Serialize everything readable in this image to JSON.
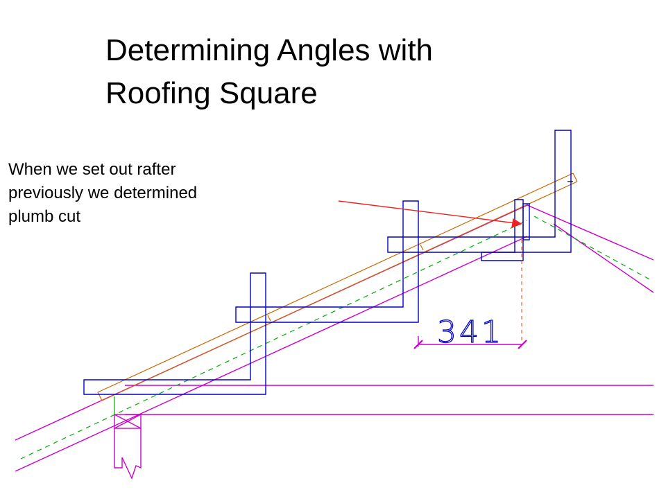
{
  "title": {
    "line1": "Determining Angles with",
    "line2": "Roofing Square"
  },
  "body": {
    "line1": "When we set out rafter",
    "line2": "previously we determined",
    "line3": "plumb cut"
  },
  "dimension": {
    "value": "341"
  },
  "colors": {
    "rafter": "#cc00cc",
    "square": "#0000cc",
    "timber": "#cc6600",
    "centerline": "#00aa00",
    "pointer": "#ee2222",
    "plumb": "#ee6633"
  }
}
